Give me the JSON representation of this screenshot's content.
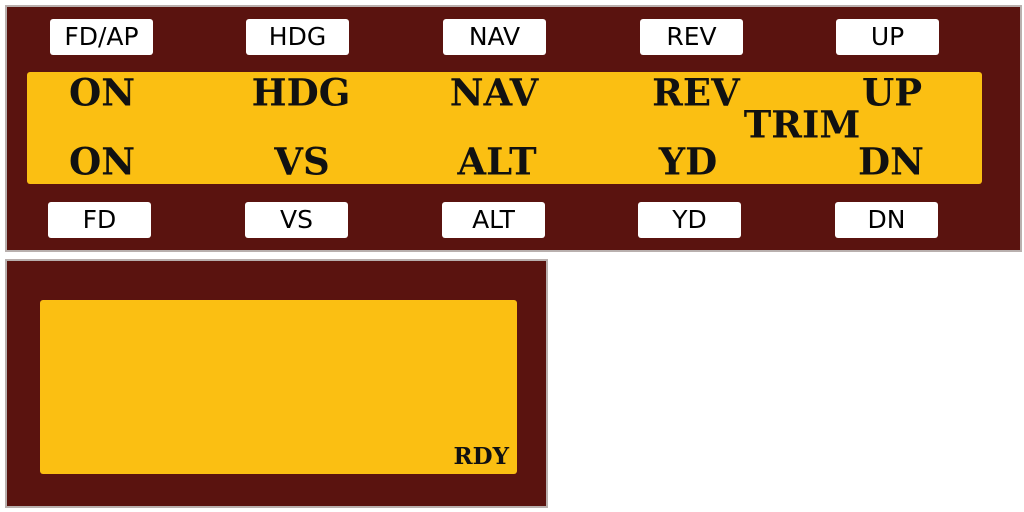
{
  "top_buttons": [
    "FD/AP",
    "HDG",
    "NAV",
    "REV",
    "UP"
  ],
  "bottom_buttons": [
    "FD",
    "VS",
    "ALT",
    "YD",
    "DN"
  ],
  "annunciator": {
    "row1": [
      "ON",
      "HDG",
      "NAV",
      "REV",
      "UP"
    ],
    "row2": [
      "ON",
      "VS",
      "ALT",
      "YD",
      "DN"
    ],
    "trim": "TRIM"
  },
  "secondary_display": {
    "status": "RDY"
  },
  "colors": {
    "bezel": "#5a130f",
    "display": "#fbbf12",
    "button": "#ffffff"
  }
}
